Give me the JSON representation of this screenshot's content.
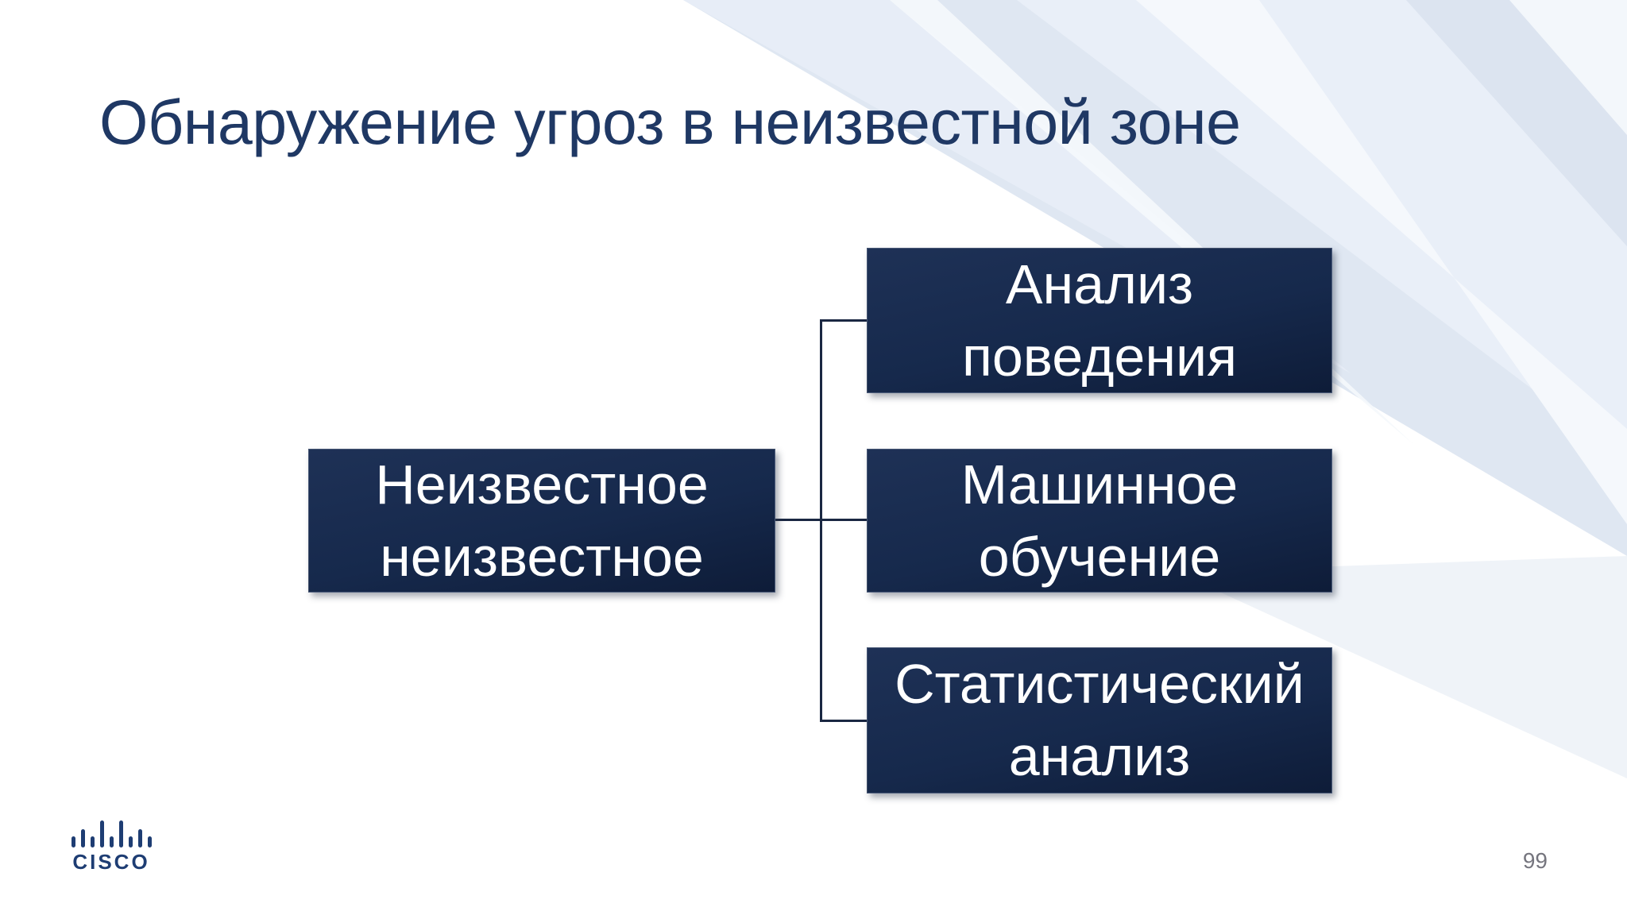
{
  "slide": {
    "title": "Обнаружение угроз в неизвестной зоне",
    "page_number": "99"
  },
  "diagram": {
    "root_box": {
      "line1": "Неизвестное",
      "line2": "неизвестное"
    },
    "child_boxes": [
      {
        "line1": "Анализ",
        "line2": "поведения"
      },
      {
        "line1": "Машинное",
        "line2": "обучение"
      },
      {
        "line1": "Статистический",
        "line2": "анализ"
      }
    ]
  },
  "branding": {
    "logo_text": "cisco"
  },
  "colors": {
    "slide_bg": "#FFFFFF",
    "title_color": "#1F3864",
    "box_grad_top": "#1E3156",
    "box_grad_bottom": "#0E1C38",
    "box_text_color": "#FFFFFF",
    "connector_color": "#1A2742",
    "logo_color": "#1E3D73",
    "page_number_color": "#75757E",
    "facet_a": "#DFE7F2",
    "facet_b": "#E9EFF8",
    "facet_c": "#DCE4F0",
    "facet_d": "#F5F8FC"
  }
}
